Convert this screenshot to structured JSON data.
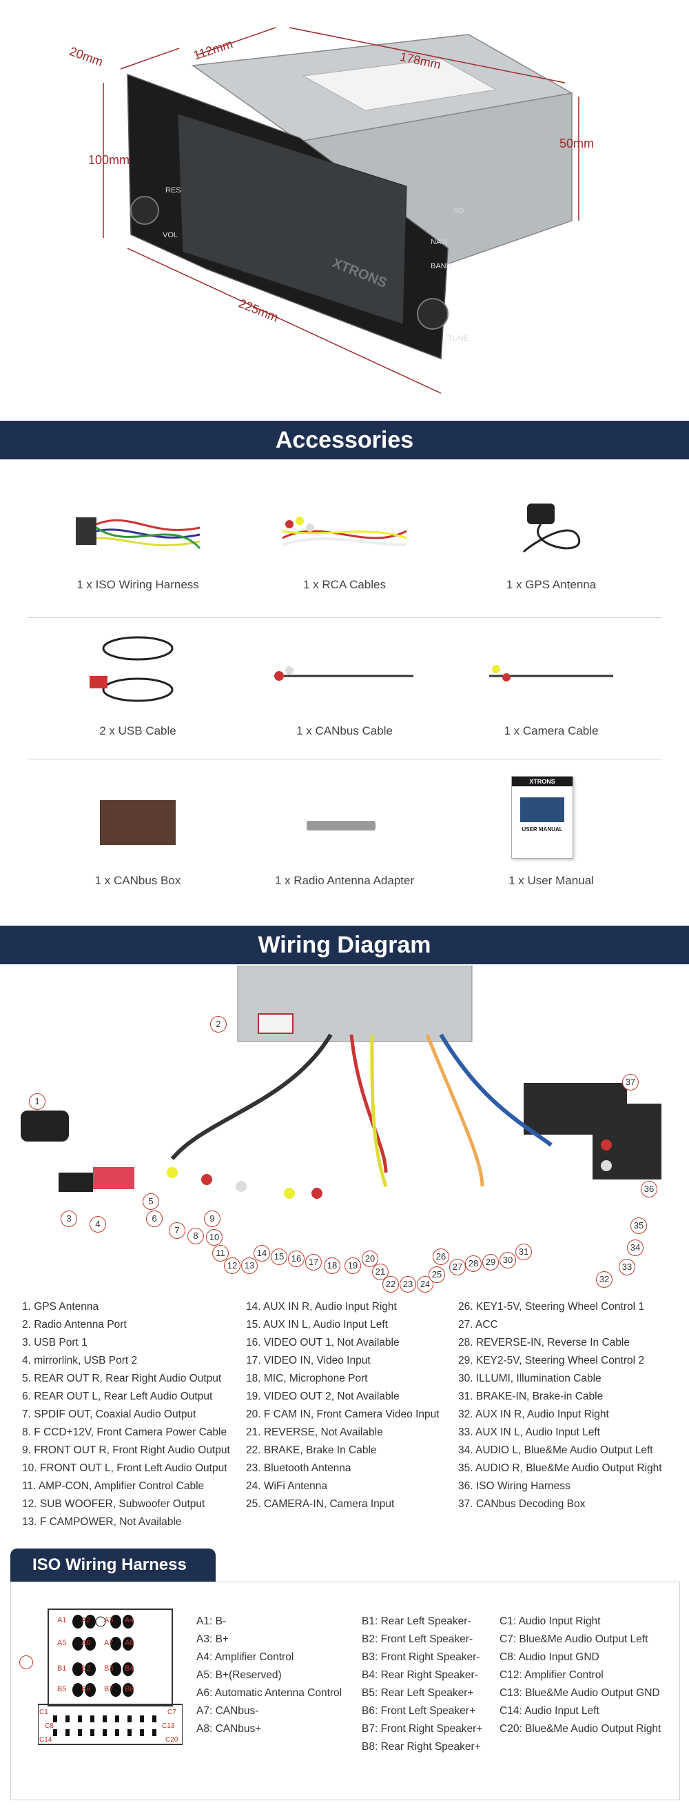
{
  "dimensions": {
    "depth_top": "20mm",
    "width_top": "112mm",
    "length": "178mm",
    "height_left": "100mm",
    "height_right": "50mm",
    "width_front": "225mm"
  },
  "device": {
    "brand": "XTRONS",
    "buttons": [
      "SD",
      "NAVI",
      "BAND",
      "TUNE",
      "VOL",
      "RES"
    ]
  },
  "accessories": {
    "title": "Accessories",
    "items": [
      {
        "label": "1 x ISO Wiring Harness"
      },
      {
        "label": "1 x RCA Cables"
      },
      {
        "label": "1 x GPS Antenna"
      },
      {
        "label": "2 x USB Cable"
      },
      {
        "label": "1 x CANbus Cable"
      },
      {
        "label": "1 x Camera Cable"
      },
      {
        "label": "1 x CANbus Box"
      },
      {
        "label": "1 x Radio Antenna Adapter"
      },
      {
        "label": "1 x User Manual"
      }
    ],
    "manual_brand": "XTRONS",
    "manual_title": "USER MANUAL"
  },
  "wiring": {
    "title": "Wiring Diagram",
    "legend_col1": [
      "1. GPS Antenna",
      "2. Radio Antenna Port",
      "3. USB Port 1",
      "4. mirrorlink, USB Port 2",
      "5. REAR OUT R, Rear Right Audio Output",
      "6. REAR OUT L, Rear Left Audio Output",
      "7. SPDIF OUT, Coaxial Audio Output",
      "8. F CCD+12V, Front Camera Power Cable",
      "9. FRONT OUT R, Front Right Audio Output",
      "10. FRONT OUT L, Front Left Audio Output",
      "11. AMP-CON, Amplifier Control Cable",
      "12. SUB WOOFER, Subwoofer Output",
      "13. F CAMPOWER, Not Available"
    ],
    "legend_col2": [
      "14. AUX IN R, Audio Input Right",
      "15. AUX IN L, Audio Input Left",
      "16. VIDEO OUT 1, Not Available",
      "17. VIDEO IN, Video Input",
      "18. MIC, Microphone Port",
      "19. VIDEO OUT 2, Not Available",
      "20. F CAM IN, Front Camera Video Input",
      "21. REVERSE, Not Available",
      "22. BRAKE, Brake In Cable",
      "23. Bluetooth Antenna",
      "24. WiFi Antenna",
      "25. CAMERA-IN, Camera Input"
    ],
    "legend_col3": [
      "26. KEY1-5V, Steering Wheel Control 1",
      "27. ACC",
      "28. REVERSE-IN, Reverse In Cable",
      "29. KEY2-5V, Steering Wheel Control 2",
      "30. ILLUMI, Illumination Cable",
      "31. BRAKE-IN, Brake-in Cable",
      "32. AUX IN R, Audio Input Right",
      "33. AUX IN L, Audio Input Left",
      "34. AUDIO L, Blue&Me Audio Output Left",
      "35. AUDIO R, Blue&Me Audio Output Right",
      "36. ISO Wiring Harness",
      "37. CANbus Decoding Box"
    ],
    "callouts": [
      "1",
      "2",
      "3",
      "4",
      "5",
      "6",
      "7",
      "8",
      "9",
      "10",
      "11",
      "12",
      "13",
      "14",
      "15",
      "16",
      "17",
      "18",
      "19",
      "20",
      "21",
      "22",
      "23",
      "24",
      "25",
      "26",
      "27",
      "28",
      "29",
      "30",
      "31",
      "32",
      "33",
      "34",
      "35",
      "36",
      "37"
    ]
  },
  "iso": {
    "title": "ISO Wiring Harness",
    "pins_a": [
      "A1",
      "A2",
      "A3",
      "A4",
      "A5",
      "A6",
      "A7",
      "A8"
    ],
    "pins_b": [
      "B1",
      "B2",
      "B3",
      "B4",
      "B5",
      "B6",
      "B7",
      "B8"
    ],
    "pins_c": [
      "C1",
      "C7",
      "C8",
      "C13",
      "C14",
      "C20"
    ],
    "col1": [
      "A1: B-",
      "A3: B+",
      "A4: Amplifier Control",
      "A5: B+(Reserved)",
      "A6: Automatic Antenna Control",
      "A7: CANbus-",
      "A8: CANbus+"
    ],
    "col2": [
      "B1: Rear Left Speaker-",
      "B2: Front Left Speaker-",
      "B3: Front Right Speaker-",
      "B4: Rear Right Speaker-",
      "B5: Rear Left Speaker+",
      "B6: Front Left Speaker+",
      "B7: Front Right Speaker+",
      "B8: Rear Right Speaker+"
    ],
    "col3": [
      "C1:  Audio Input Right",
      "C7:  Blue&Me Audio Output Left",
      "C8: Audio Input GND",
      "C12: Amplifier Control",
      "C13: Blue&Me Audio Output GND",
      "C14: Audio Input Left",
      "C20: Blue&Me Audio Output Right"
    ]
  },
  "colors": {
    "banner": "#1e3050",
    "accent_red": "#c0392b"
  }
}
